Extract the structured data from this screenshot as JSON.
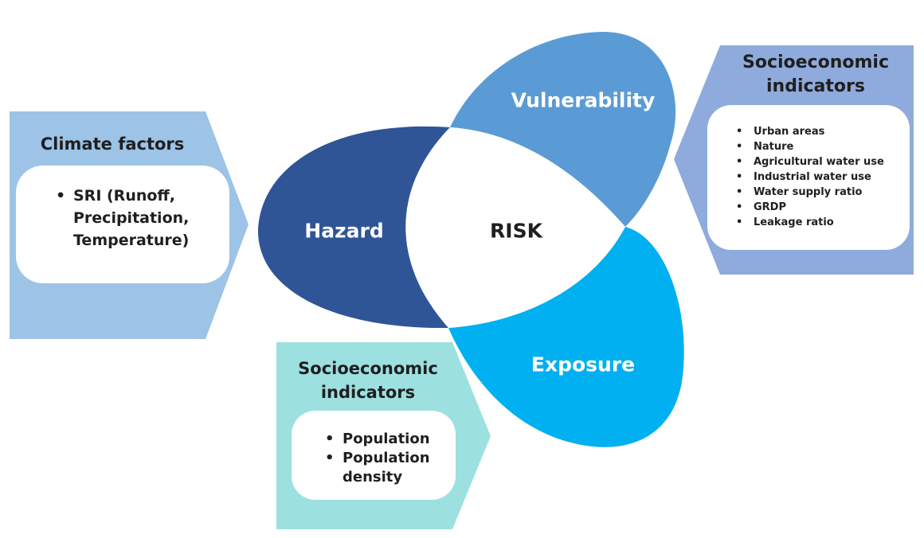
{
  "center": {
    "label": "RISK"
  },
  "petals": {
    "hazard": {
      "label": "Hazard",
      "color": "#2f5597"
    },
    "vulnerability": {
      "label": "Vulnerability",
      "color": "#5b9bd5"
    },
    "exposure": {
      "label": "Exposure",
      "color": "#00b0f0"
    }
  },
  "panels": {
    "climate": {
      "title": "Climate factors",
      "color": "#9dc3e6",
      "items": [
        "SRI (Runoff, Precipitation, Temperature)"
      ]
    },
    "vulnerability_indicators": {
      "title": "Socioeconomic indicators",
      "color": "#8faadc",
      "items": [
        "Urban areas",
        "Nature",
        "Agricultural water use",
        "Industrial water use",
        "Water supply ratio",
        "GRDP",
        "Leakage ratio"
      ]
    },
    "exposure_indicators": {
      "title": "Socioeconomic indicators",
      "color": "#9de0e0",
      "items": [
        "Population",
        "Population density"
      ]
    }
  }
}
